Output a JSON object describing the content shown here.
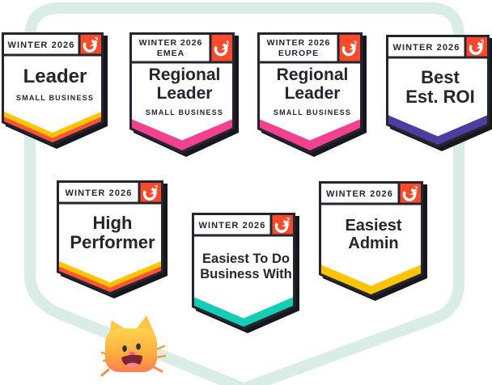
{
  "banner": {
    "type": "g2-awards-banner",
    "background": "#ffffff"
  },
  "brand": {
    "name": "G2",
    "g2_red": "#ff492c",
    "ink": "#252530",
    "face": "#ffffff",
    "logo_sup": "2"
  },
  "decor": {
    "path_color": "#d9ede6",
    "shadow_color": "#17171d"
  },
  "badges": [
    {
      "id": "leader",
      "season": "WINTER 2026",
      "region": "",
      "title": "Leader",
      "title_lines": [
        "Leader"
      ],
      "subtitle": "SMALL BUSINESS",
      "stripes": [
        "#ffc400",
        "#ff5335"
      ]
    },
    {
      "id": "regional-leader-emea",
      "season": "WINTER 2026",
      "region": "EMEA",
      "title": "Regional Leader",
      "title_lines": [
        "Regional",
        "Leader"
      ],
      "subtitle": "SMALL BUSINESS",
      "stripes": [
        "#f2418e"
      ]
    },
    {
      "id": "regional-leader-europe",
      "season": "WINTER 2026",
      "region": "EUROPE",
      "title": "Regional Leader",
      "title_lines": [
        "Regional",
        "Leader"
      ],
      "subtitle": "SMALL BUSINESS",
      "stripes": [
        "#f2418e"
      ]
    },
    {
      "id": "best-est-roi",
      "season": "WINTER 2026",
      "region": "",
      "title": "Best Est. ROI",
      "title_lines": [
        "Best",
        "Est. ROI"
      ],
      "subtitle": "",
      "stripes": [
        "#4c3da0"
      ]
    },
    {
      "id": "high-performer",
      "season": "WINTER 2026",
      "region": "",
      "title": "High Performer",
      "title_lines": [
        "High",
        "Performer"
      ],
      "subtitle": "",
      "stripes": [
        "#ffc400",
        "#ff5335"
      ]
    },
    {
      "id": "easiest-to-do-business-with",
      "season": "WINTER 2026",
      "region": "",
      "title": "Easiest To Do Business With",
      "title_lines": [
        "Easiest To Do",
        "Business With"
      ],
      "subtitle": "",
      "stripes": [
        "#14cdb4"
      ]
    },
    {
      "id": "easiest-admin",
      "season": "WINTER 2026",
      "region": "",
      "title": "Easiest Admin",
      "title_lines": [
        "Easiest",
        "Admin"
      ],
      "subtitle": "",
      "stripes": [
        "#ffc400"
      ]
    }
  ],
  "mascot": {
    "name": "cat",
    "primary_color": "#ffb444"
  }
}
